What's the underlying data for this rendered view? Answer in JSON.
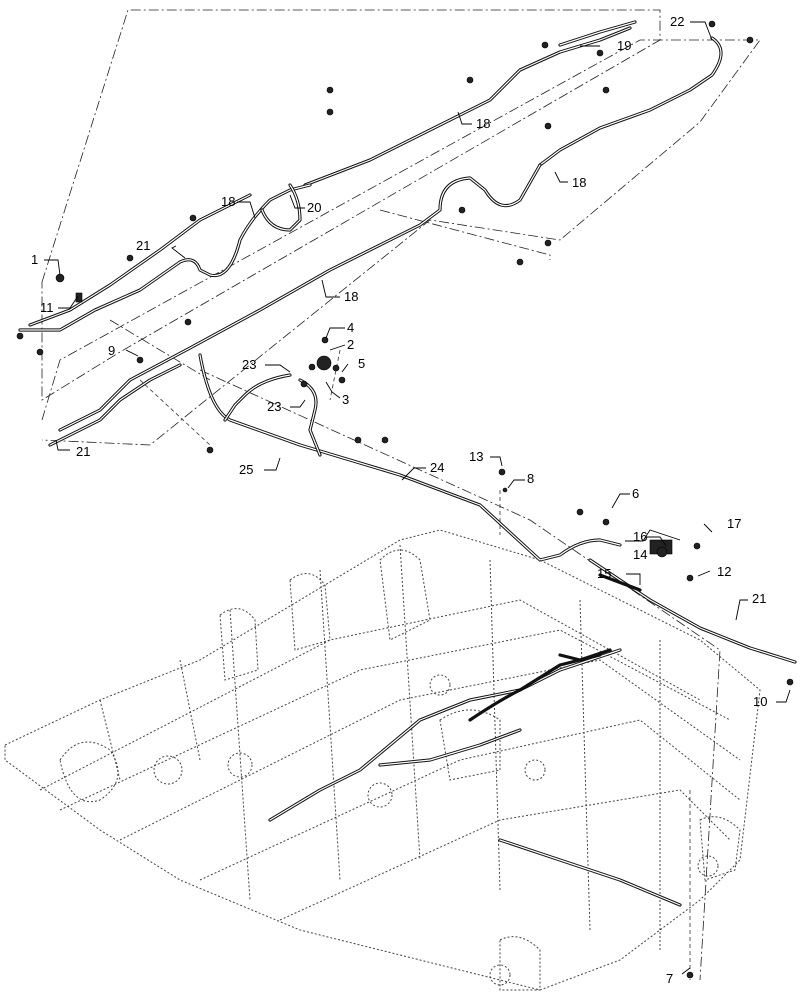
{
  "callouts": {
    "c1": "1",
    "c2": "2",
    "c3": "3",
    "c4": "4",
    "c5": "5",
    "c6": "6",
    "c7": "7",
    "c8": "8",
    "c9": "9",
    "c10": "10",
    "c11": "11",
    "c12": "12",
    "c13": "13",
    "c14": "14",
    "c15": "15",
    "c16": "16",
    "c17": "17",
    "c18a": "18",
    "c18b": "18",
    "c18c": "18",
    "c18d": "18",
    "c19": "19",
    "c20": "20",
    "c21a": "21",
    "c21b": "21",
    "c21c": "21",
    "c22": "22",
    "c23a": "23",
    "c23b": "23",
    "c24": "24",
    "c25": "25"
  }
}
